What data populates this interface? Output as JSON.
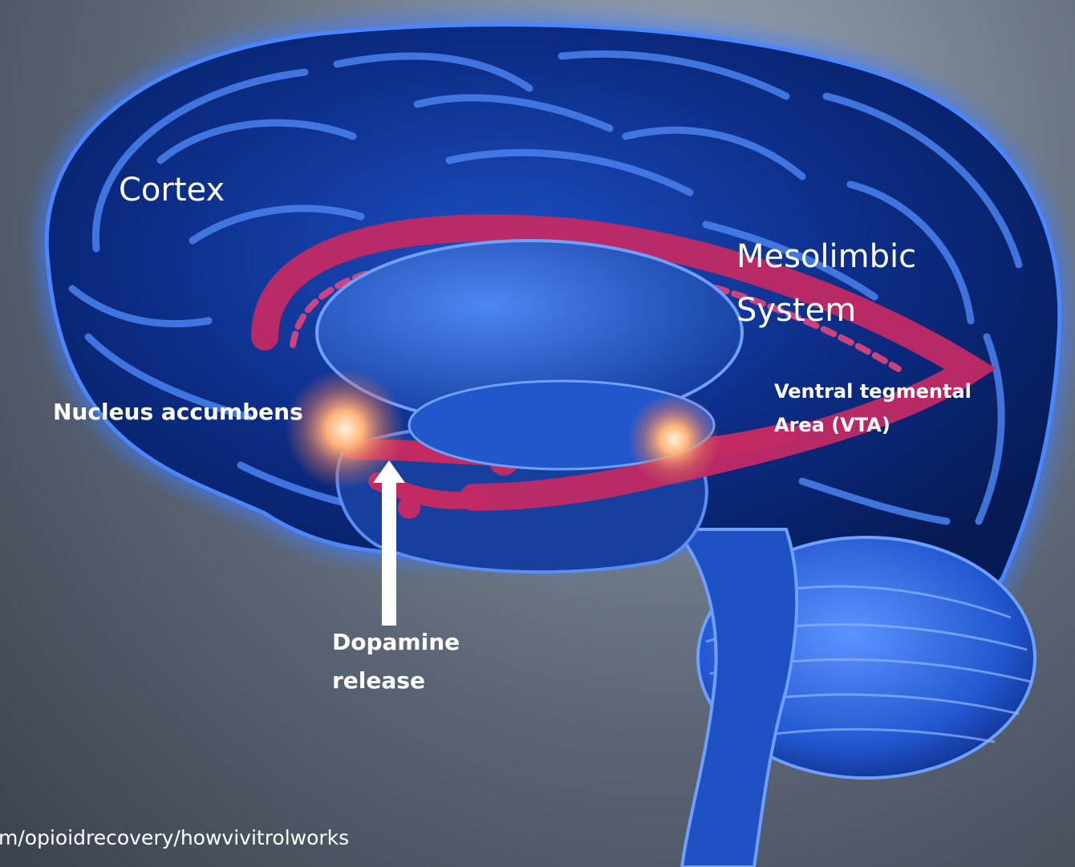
{
  "labels": {
    "cortex": "Cortex",
    "mesolimbic_line1": "Mesolimbic",
    "mesolimbic_line2": "System",
    "nucleus": "Nucleus accumbens",
    "vta_line1": "Ventral tegmental",
    "vta_line2": "Area (VTA)",
    "dopamine_line1": "Dopamine",
    "dopamine_line2": "release"
  },
  "source_text": "m/opioidrecovery/howvivitrolworks",
  "colors": {
    "brain_fill": "#0a2a78",
    "brain_glow": "#3f7bff",
    "pathway": "#c22a64",
    "hotspot": "#ffb37a",
    "text": "#ffffff"
  }
}
